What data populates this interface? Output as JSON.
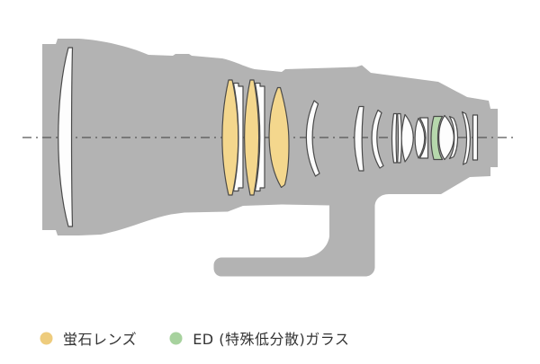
{
  "colors": {
    "background": "#ffffff",
    "barrel": "#b3b3b3",
    "lens_fill": "#fdfdfd",
    "lens_outline": "#4a4a4a",
    "fluorite": "#f4d78d",
    "ed_glass": "#b6d8ac",
    "axis": "#555555"
  },
  "diagram": {
    "name": "lens-construction-cross-section",
    "element_total": 19,
    "fluorite_element_count": 3,
    "ed_element_count": 1
  },
  "legend": {
    "items": [
      {
        "id": "fluorite",
        "label": "蛍石レンズ",
        "color": "#eecc7d"
      },
      {
        "id": "ed-glass",
        "label": "ED (特殊低分散)ガラス",
        "color": "#a7d29e"
      }
    ]
  }
}
